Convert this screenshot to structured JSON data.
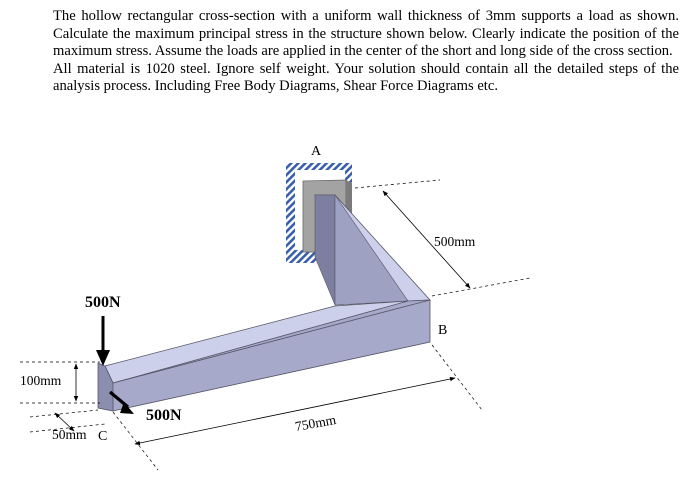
{
  "problem": {
    "paragraph1": "The hollow rectangular cross-section with a uniform wall thickness of 3mm supports a load as shown. Calculate the maximum principal stress in the structure shown below. Clearly indicate the position of the maximum stress. Assume the loads are applied in the center of the short and long side of the cross section.",
    "paragraph2": "All material is 1020 steel. Ignore self weight. Your solution should contain all the detailed steps of the analysis process. Including Free Body Diagrams, Shear Force Diagrams etc."
  },
  "figure": {
    "point_a": "A",
    "point_b": "B",
    "point_c": "C",
    "dim_ab": "500mm",
    "dim_bc": "750mm",
    "dim_height": "100mm",
    "dim_width": "50mm",
    "load_vertical": "500N",
    "load_horizontal": "500N",
    "colors": {
      "beam_top": "#cdd0ea",
      "beam_front": "#a7a9cb",
      "beam_dark": "#7d7fa0",
      "beam_edge": "#555566",
      "wall_hatch": "#3a5fa8",
      "wall_plate": "#9a9a9a"
    }
  }
}
